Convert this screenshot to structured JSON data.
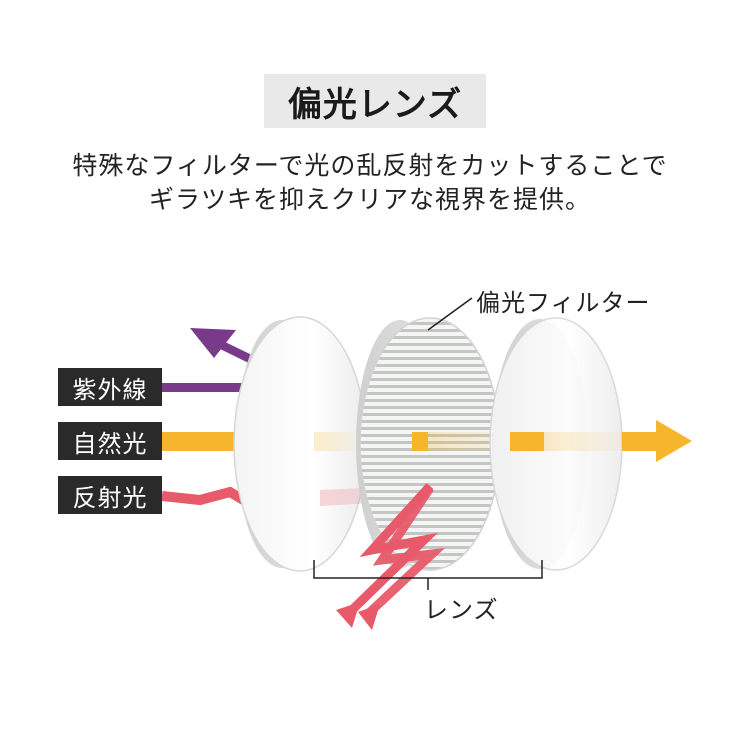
{
  "title": "偏光レンズ",
  "description": [
    "特殊なフィルターで光の乱反射をカットすることで",
    "ギラツキを抑えクリアな視界を提供。"
  ],
  "labels": {
    "uv": "紫外線",
    "natural_light": "自然光",
    "reflected_light": "反射光"
  },
  "annotations": {
    "polarizing_filter": "偏光フィルター",
    "lens": "レンズ"
  },
  "colors": {
    "uv": "#7a3a8c",
    "natural_light": "#f6b62b",
    "reflected_light": "#e85a6a",
    "label_bg": "#2a2a2a"
  }
}
